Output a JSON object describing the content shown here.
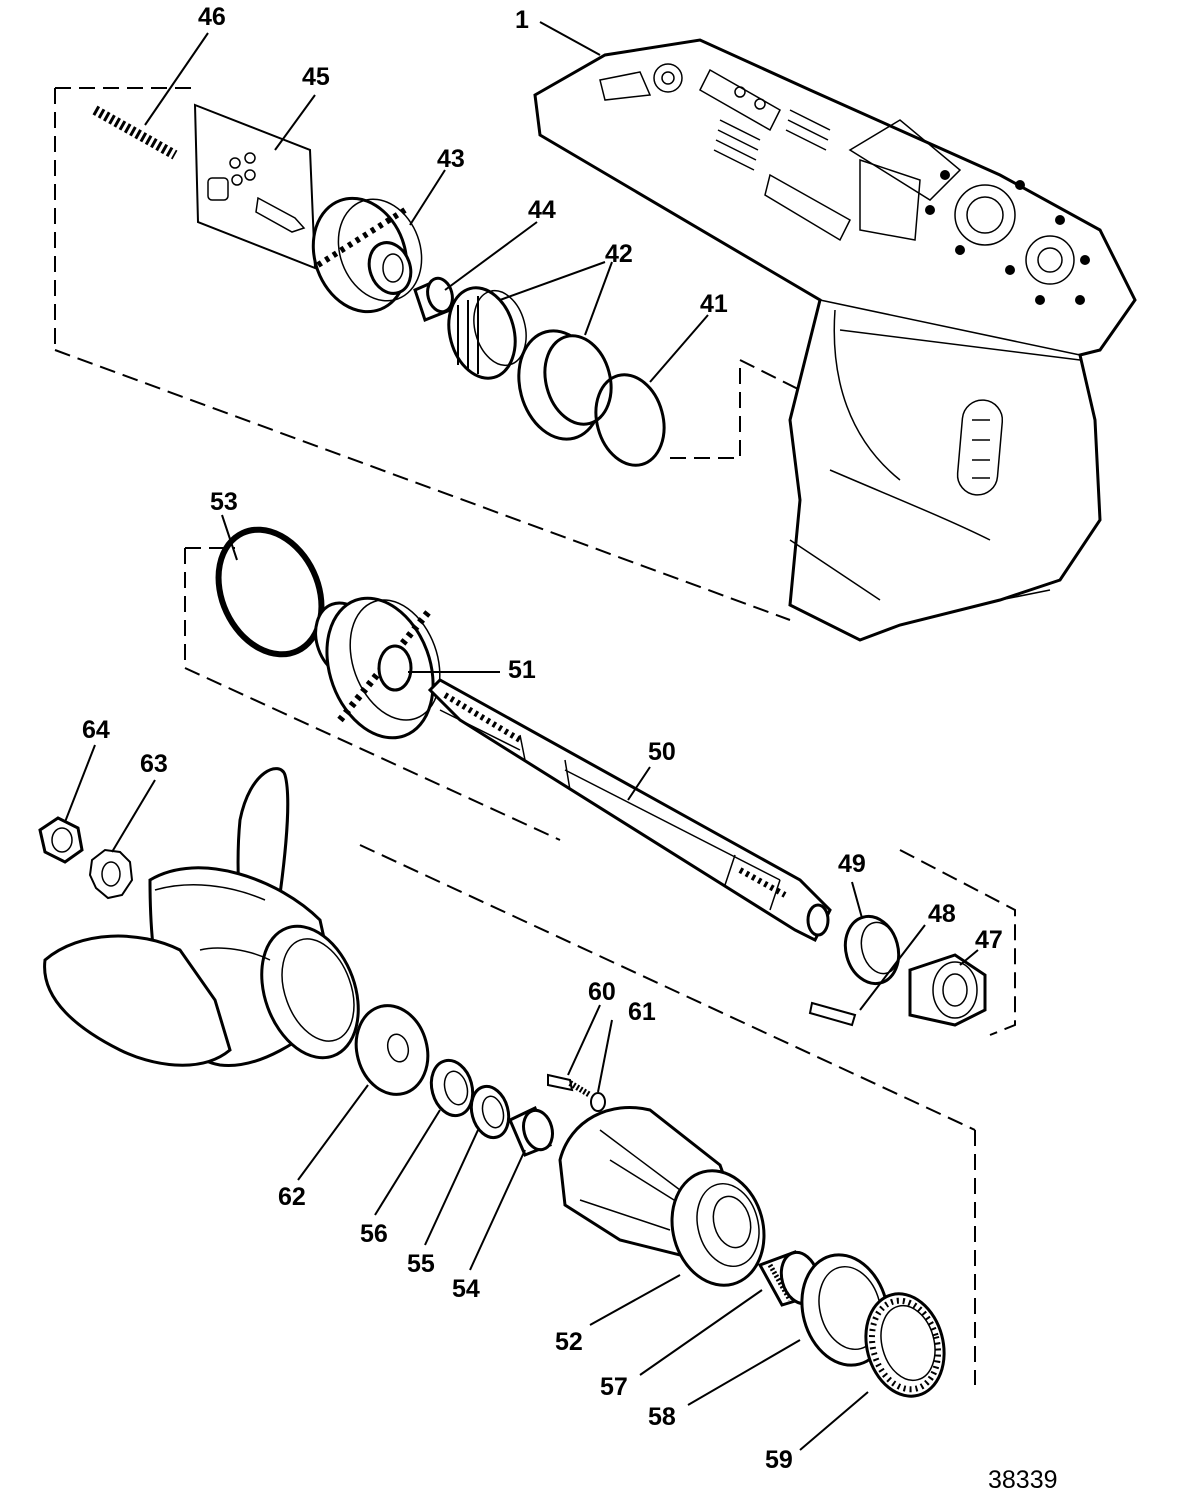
{
  "figure_number": "38339",
  "callouts": [
    "1",
    "41",
    "42",
    "43",
    "44",
    "45",
    "46",
    "47",
    "48",
    "49",
    "50",
    "51",
    "52",
    "53",
    "54",
    "55",
    "56",
    "57",
    "58",
    "59",
    "60",
    "61",
    "62",
    "63",
    "64"
  ]
}
